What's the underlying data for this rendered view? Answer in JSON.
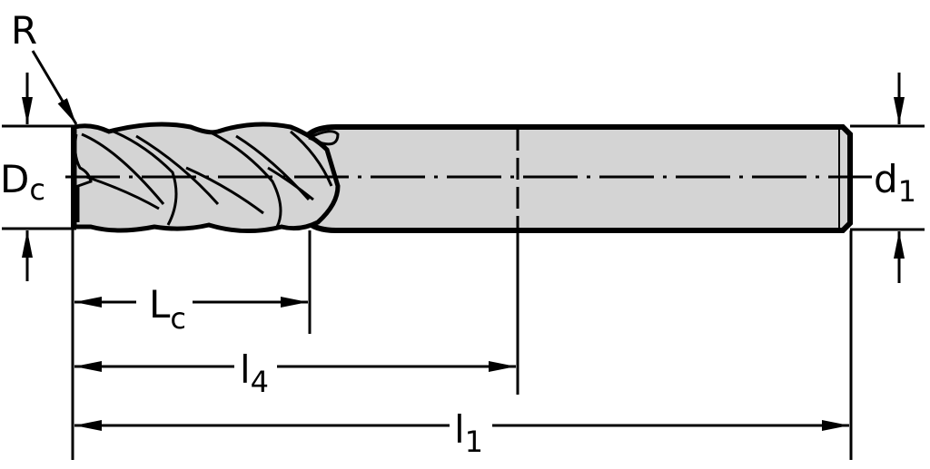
{
  "diagram": {
    "type": "end-mill-dimension-drawing",
    "colors": {
      "body_fill": "#d4d4d4",
      "line": "#000000",
      "background": "#ffffff"
    },
    "labels": {
      "corner_radius": {
        "main": "R",
        "sub": ""
      },
      "cutting_diameter": {
        "main": "D",
        "sub": "c"
      },
      "shank_diameter": {
        "main": "d",
        "sub": "1"
      },
      "cutting_length": {
        "main": "L",
        "sub": "c"
      },
      "usable_length": {
        "main": "l",
        "sub": "4"
      },
      "overall_length": {
        "main": "l",
        "sub": "1"
      }
    }
  }
}
